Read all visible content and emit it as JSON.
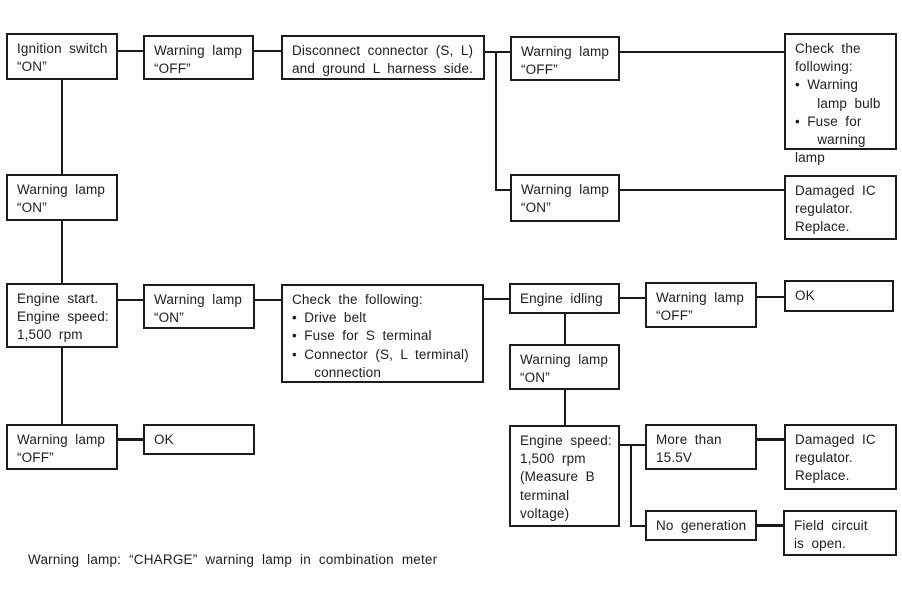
{
  "nodes": {
    "ignition_switch": "Ignition switch\n“ON”",
    "warning_lamp_off_1": "Warning lamp\n“OFF”",
    "disconnect_connector": "Disconnect connector (S, L)\nand ground L harness side.",
    "warning_lamp_off_2": "Warning lamp\n“OFF”",
    "check_following_1": "Check the\nfollowing:\n• Warning\n   lamp bulb\n• Fuse for\n   warning lamp",
    "warning_lamp_on_right": "Warning lamp\n“ON”",
    "damaged_ic_1": "Damaged IC\nregulator.\nReplace.",
    "warning_lamp_on_left": "Warning lamp\n“ON”",
    "engine_start": "Engine start.\nEngine speed:\n1,500 rpm",
    "warning_lamp_on_2": "Warning lamp\n“ON”",
    "check_following_2": "Check the following:\n• Drive belt\n• Fuse for S terminal\n• Connector (S, L terminal)\n   connection",
    "engine_idling": "Engine idling",
    "warning_lamp_off_3": "Warning lamp\n“OFF”",
    "ok_1": "OK",
    "warning_lamp_on_3": "Warning lamp\n“ON”",
    "engine_speed": "Engine speed:\n1,500 rpm\n(Measure B\nterminal\nvoltage)",
    "more_than": "More than\n15.5V",
    "damaged_ic_2": "Damaged IC\nregulator.\nReplace.",
    "no_generation": "No generation",
    "field_circuit": "Field circuit\nis open.",
    "warning_lamp_off_4": "Warning lamp\n“OFF”",
    "ok_2": "OK"
  },
  "caption": "Warning lamp: “CHARGE” warning lamp in combination meter"
}
